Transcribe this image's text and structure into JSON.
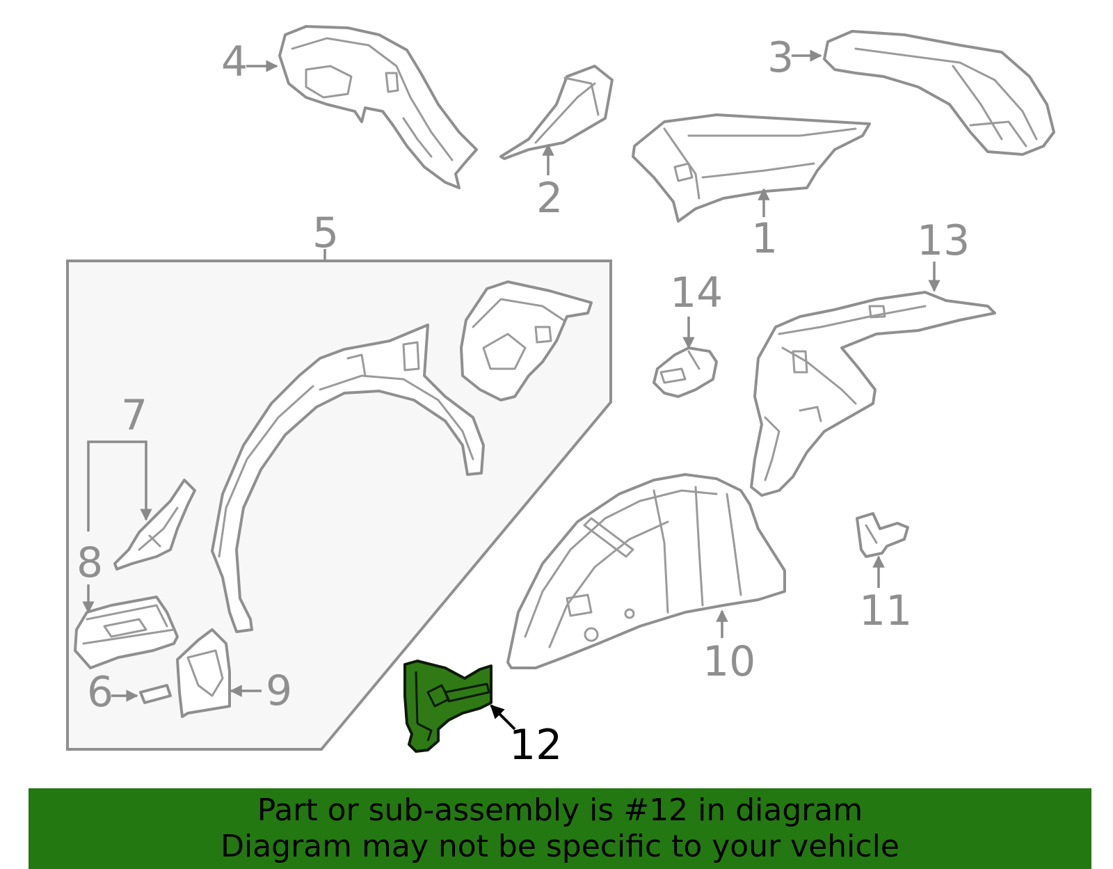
{
  "callouts": {
    "c1": "1",
    "c2": "2",
    "c3": "3",
    "c4": "4",
    "c5": "5",
    "c6": "6",
    "c7": "7",
    "c8": "8",
    "c9": "9",
    "c10": "10",
    "c11": "11",
    "c12": "12",
    "c13": "13",
    "c14": "14"
  },
  "highlighted_part": "12",
  "banner": {
    "line1": "Part or sub-assembly is #12 in diagram",
    "line2": "Diagram may not be specific to your vehicle"
  },
  "colors": {
    "highlight_fill": "#2f7a14",
    "banner_background": "#247812",
    "outline": "#8f8f8f"
  }
}
